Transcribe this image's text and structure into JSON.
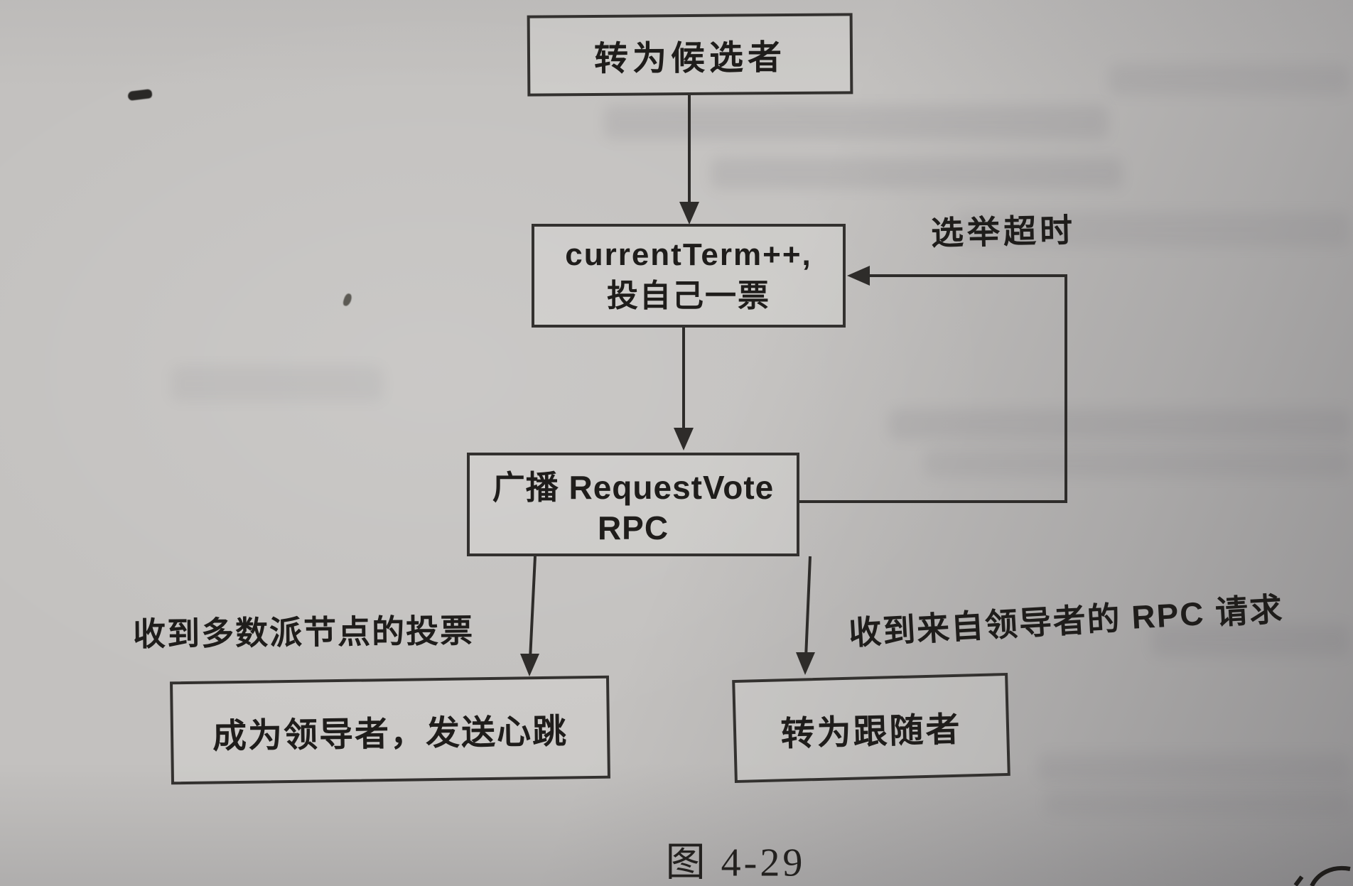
{
  "diagram": {
    "node_candidate": "转为候选者",
    "node_term_line1": "currentTerm++,",
    "node_term_line2": "投自己一票",
    "node_broadcast": "广播 RequestVote RPC",
    "node_leader": "成为领导者，发送心跳",
    "node_follower": "转为跟随者",
    "label_election_timeout": "选举超时",
    "label_majority_votes": "收到多数派节点的投票",
    "label_leader_rpc": "收到来自领导者的 RPC 请求",
    "caption": "图 4-29"
  },
  "colors": {
    "ink": "#2e2c2a",
    "text": "#1f1d1b",
    "paper": "#c3c1bf",
    "paper_dark_corner": "#8e8c8e"
  }
}
